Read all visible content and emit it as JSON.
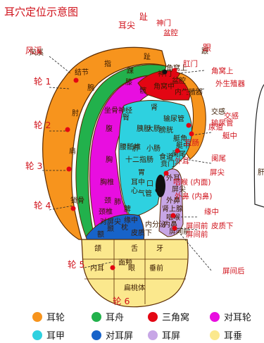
{
  "title": "耳穴定位示意图",
  "colors": {
    "helix": "#f7941d",
    "scapha": "#22b14c",
    "triangular_fossa": "#e30613",
    "antihelix": "#e80ee0",
    "concha": "#2ed1e0",
    "antitragus": "#1763c9",
    "tragus": "#c7a6e6",
    "lobe": "#fbe88d",
    "callout": "#d0121b"
  },
  "regions": {
    "triangular_fossa_name": "三角窝",
    "helix_labels": [
      "轮 1",
      "轮 2",
      "轮 3",
      "轮 4",
      "轮 5",
      "轮 6"
    ],
    "scapha_points": [
      "结节",
      "指",
      "腕",
      "风溪",
      "肘",
      "肩",
      "锁骨"
    ],
    "antihelix_points": [
      "趾",
      "跟",
      "踝",
      "膝",
      "髋",
      "坐骨神经",
      "交感",
      "臀",
      "腹",
      "腰骶椎",
      "胸",
      "胸椎",
      "颈",
      "颈椎"
    ],
    "concha_points": [
      "肾",
      "输尿管",
      "膀胱",
      "艇角",
      "艇中",
      "胰胆",
      "肝",
      "大肠",
      "阑尾",
      "小肠",
      "十二指肠",
      "胃",
      "贲门",
      "食道",
      "口",
      "耳中",
      "心",
      "肺",
      "气管",
      "脾",
      "内分泌"
    ],
    "lobe_points": [
      "牙",
      "舌",
      "颌",
      "垂前",
      "眼",
      "内耳",
      "面颊",
      "扁桃体"
    ],
    "antitragus_points": [
      "对屏尖",
      "缘中",
      "枕",
      "颞",
      "额",
      "皮质下"
    ],
    "tragus_points": [
      "外耳",
      "屏尖",
      "外鼻",
      "肾上腺",
      "咽喉",
      "内鼻",
      "屏间前"
    ],
    "triangular_points": [
      "神门",
      "盆腔",
      "角窝中",
      "内生殖器",
      "角窝上"
    ]
  },
  "callouts": [
    "耳尖",
    "趾",
    "神门",
    "盆腔",
    "跟",
    "风溪",
    "肛门",
    "角窝上",
    "轮 1",
    "外生殖器",
    "尿道",
    "轮 2",
    "交感",
    "输尿管",
    "艇中",
    "直肠",
    "轮 3",
    "外耳",
    "阑尾",
    "屏尖",
    "咽喉 (内面)",
    "外鼻 (内鼻)",
    "轮 4",
    "缘中",
    "屏间前",
    "皮质下",
    "屏间前",
    "屏间后",
    "轮 5",
    "轮 6"
  ],
  "legend": [
    {
      "label": "耳轮",
      "color": "#f7941d"
    },
    {
      "label": "耳舟",
      "color": "#22b14c"
    },
    {
      "label": "三角窝",
      "color": "#e30613"
    },
    {
      "label": "对耳轮",
      "color": "#e80ee0"
    },
    {
      "label": "耳甲",
      "color": "#2ed1e0"
    },
    {
      "label": "对耳屏",
      "color": "#1763c9"
    },
    {
      "label": "耳屏",
      "color": "#c7a6e6"
    },
    {
      "label": "耳垂",
      "color": "#fbe88d"
    }
  ],
  "side_label": "肝"
}
